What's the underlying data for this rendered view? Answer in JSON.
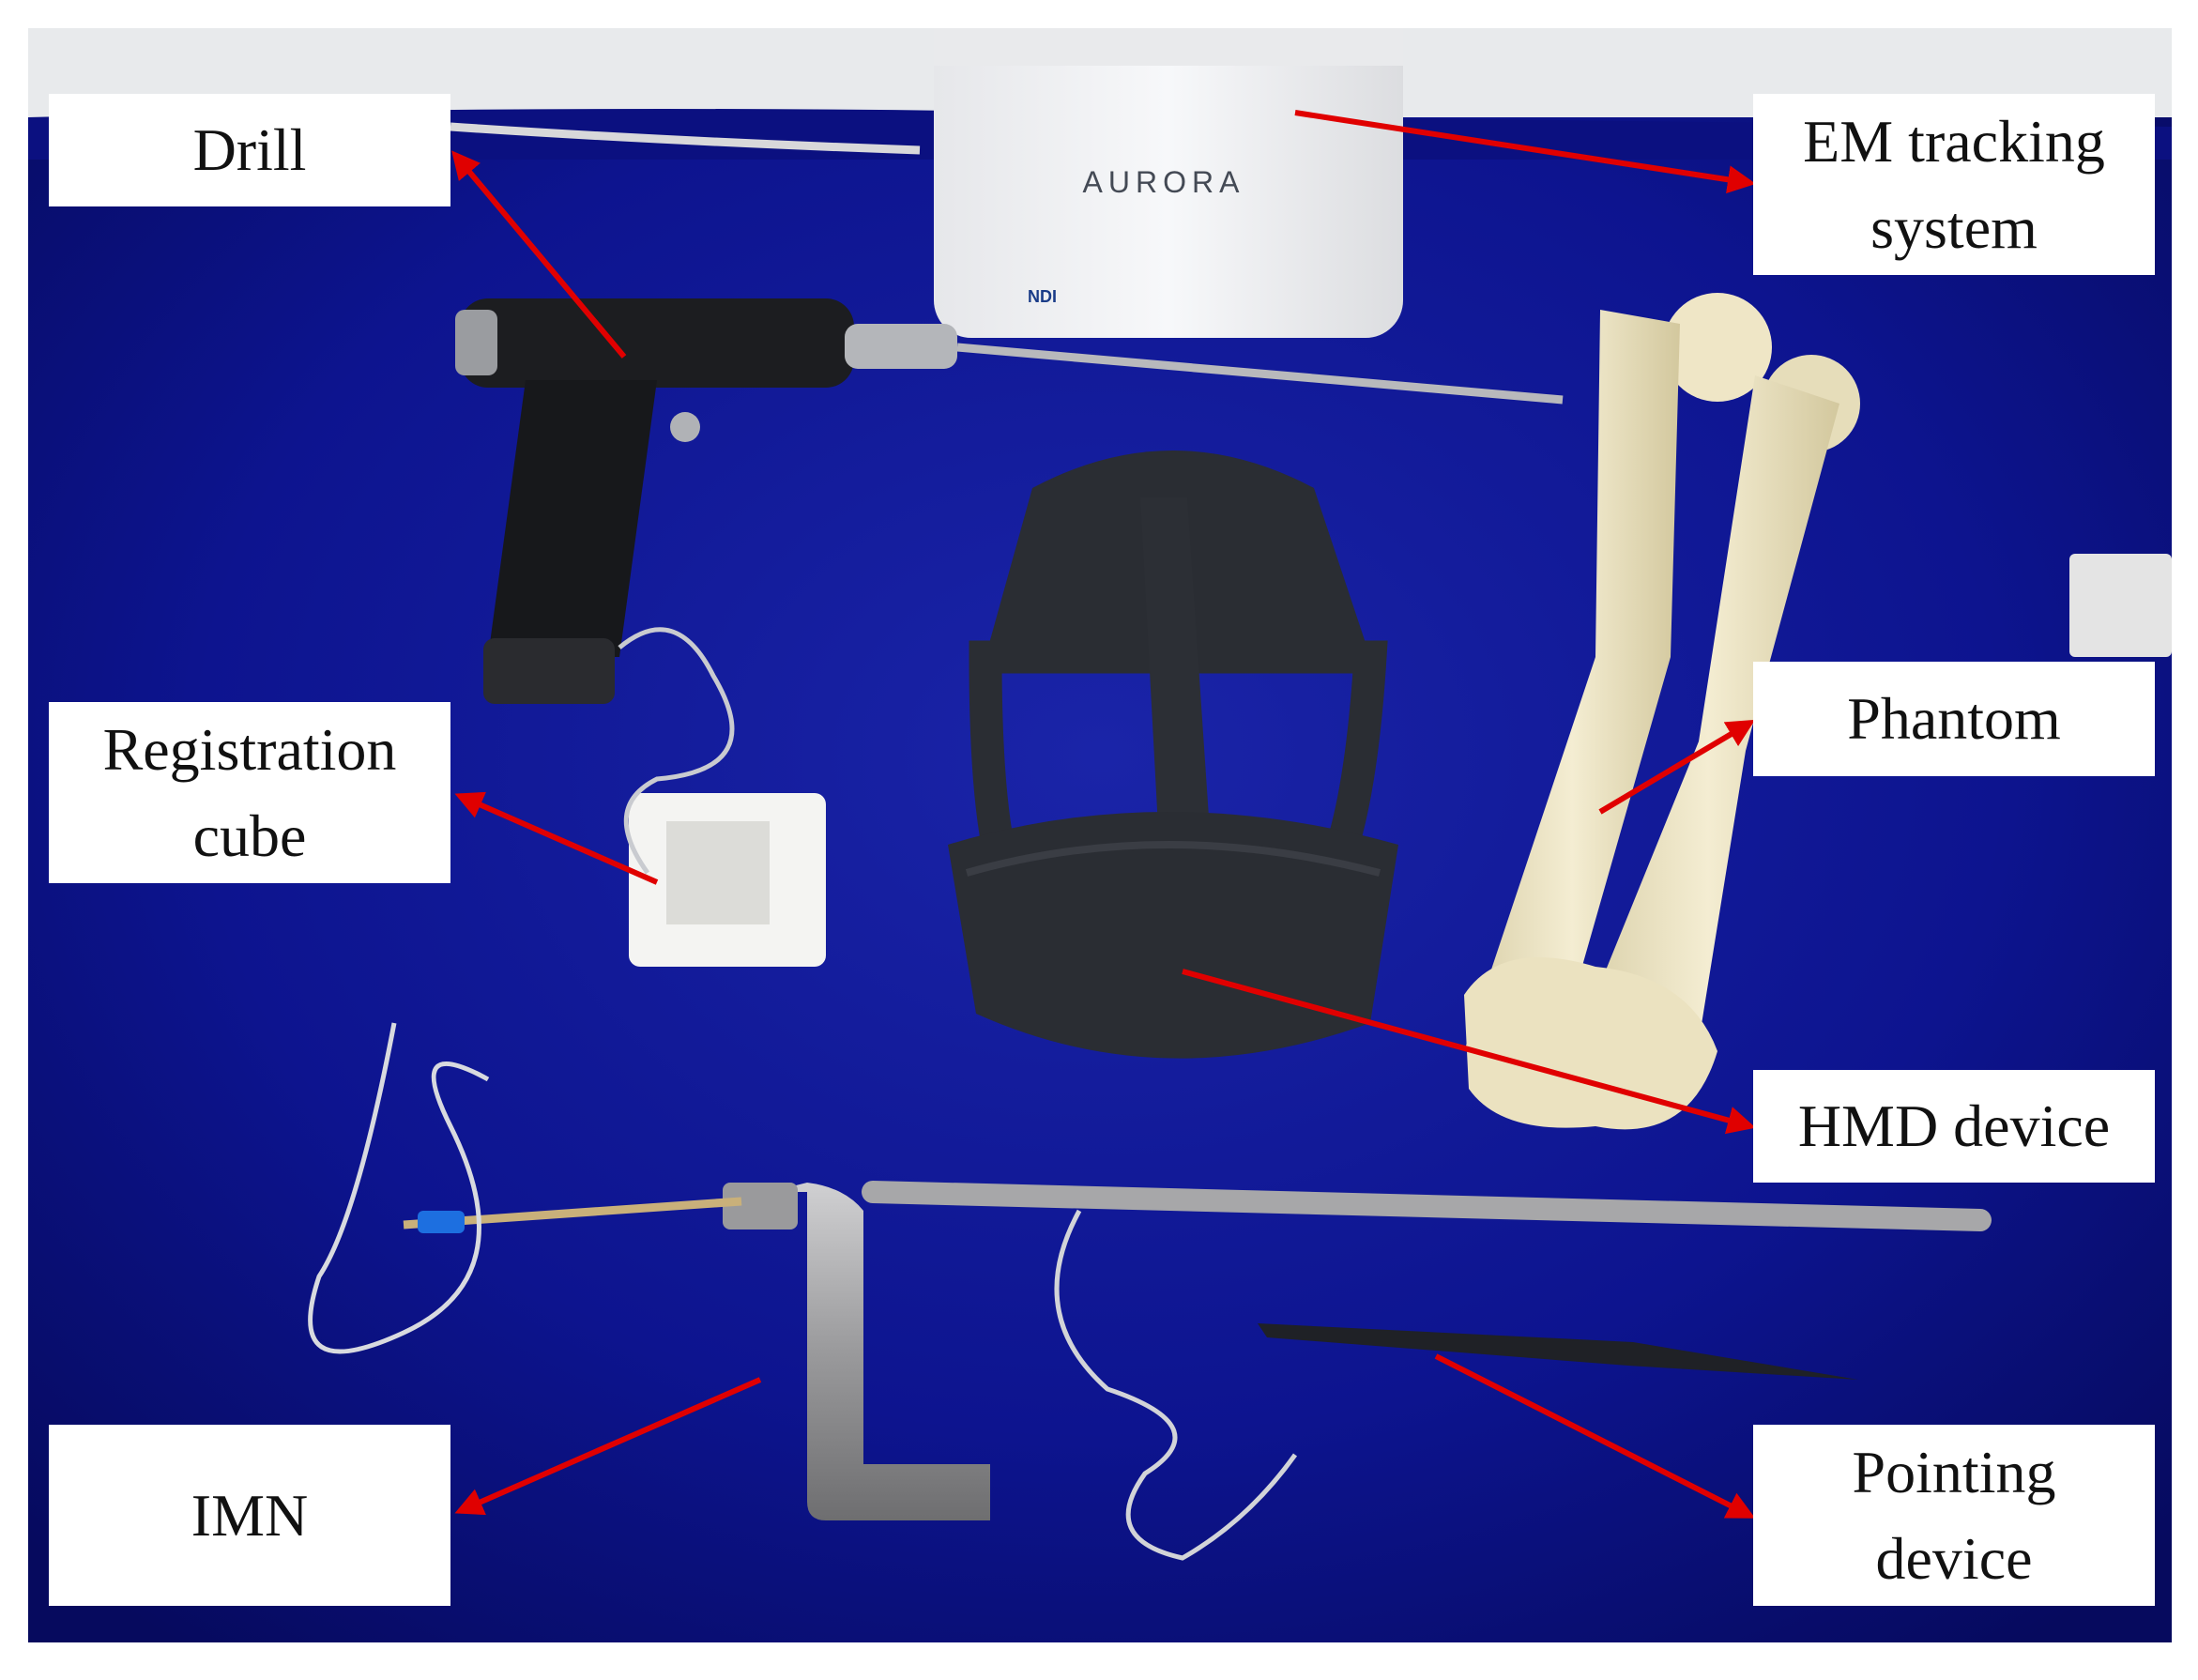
{
  "figure": {
    "device_brand": "AURORA",
    "device_maker": "NDI",
    "labels": {
      "drill": [
        "Drill"
      ],
      "em_tracking": [
        "EM tracking",
        "system"
      ],
      "registration_cube": [
        "Registration",
        "cube"
      ],
      "phantom": [
        "Phantom"
      ],
      "hmd": [
        "HMD device"
      ],
      "imn": [
        "IMN"
      ],
      "pointing": [
        "Pointing",
        "device"
      ]
    },
    "colors": {
      "cloth": "#0a0f8a",
      "arrow": "#e00000",
      "bone": "#efe6c6",
      "cube": "#f4f4f2",
      "headset": "#2a2d33",
      "metal": "#a7a7a9",
      "device_case": "#f2f3f5"
    }
  }
}
